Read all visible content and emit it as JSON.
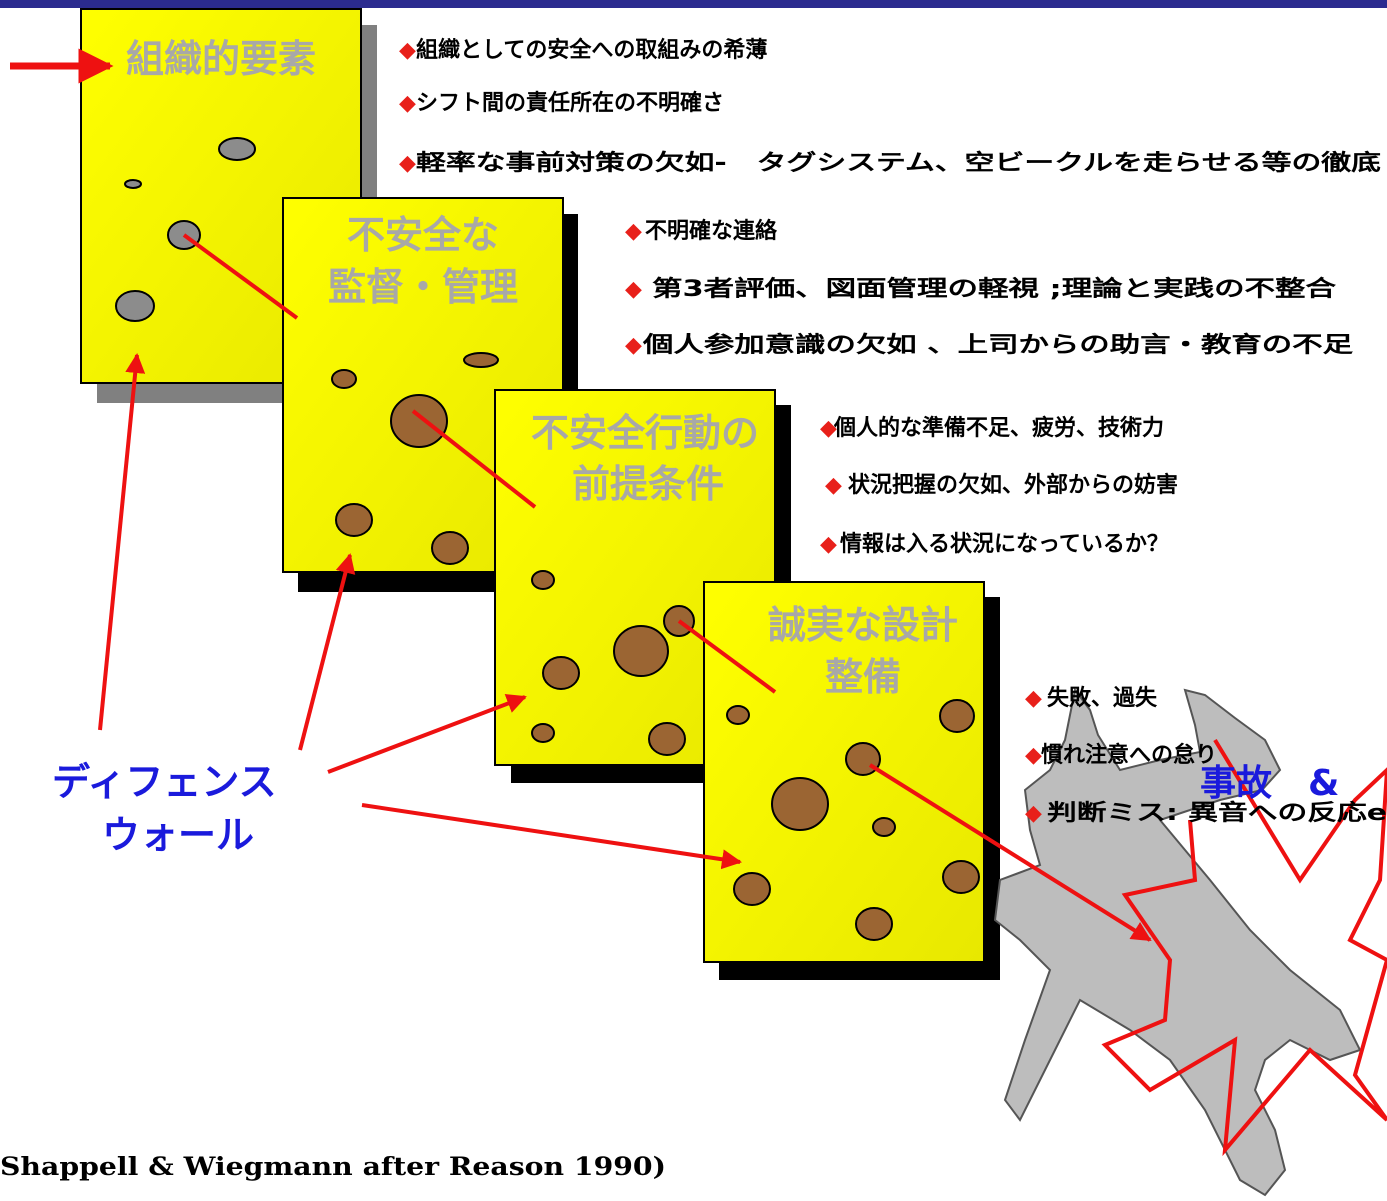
{
  "header": {
    "bar_color": "#2b2b8f"
  },
  "colors": {
    "panel_fill_a": "#ffff00",
    "panel_fill_b": "#e8e800",
    "panel_shadow": "#808080",
    "panel_shadow_dark": "#000000",
    "hole_gray": "#8c8c8c",
    "hole_brown": "#9b6533",
    "arrow_red": "#ee1111",
    "text_blue": "#1a1adc",
    "plane_gray": "#bdbdbd"
  },
  "panels": [
    {
      "title_lines": [
        "組織的要素"
      ]
    },
    {
      "title_lines": [
        "不安全な",
        "監督・管理"
      ]
    },
    {
      "title_lines": [
        "不安全行動の",
        "前提条件"
      ]
    },
    {
      "title_lines": [
        "誠実な設計",
        "整備"
      ]
    }
  ],
  "bullet_groups": [
    {
      "items": [
        "組織としての安全への取組みの希薄",
        "シフト間の責任所在の不明確さ",
        "軽率な事前対策の欠如-　タグシステム、空ビークルを走らせる等の徹底"
      ]
    },
    {
      "items": [
        "不明確な連絡",
        "第3者評価、図面管理の軽視 ;理論と実践の不整合",
        "個人参加意識の欠如 、上司からの助言・教育の不足"
      ]
    },
    {
      "items": [
        "個人的な準備不足、疲労、技術力",
        "状況把握の欠如、外部からの妨害",
        "情報は入る状況になっているか？"
      ]
    },
    {
      "items": [
        "失敗、過失",
        "慣れ注意への怠り",
        "判断ミス: 異音への反応e"
      ]
    }
  ],
  "bullet_symbol": "◆",
  "defense_wall": {
    "line1": "ディフェンス",
    "line2": "ウォール"
  },
  "accident_label": "事故　&　",
  "citation": "Shappell & Wiegmann after Reason 1990)"
}
